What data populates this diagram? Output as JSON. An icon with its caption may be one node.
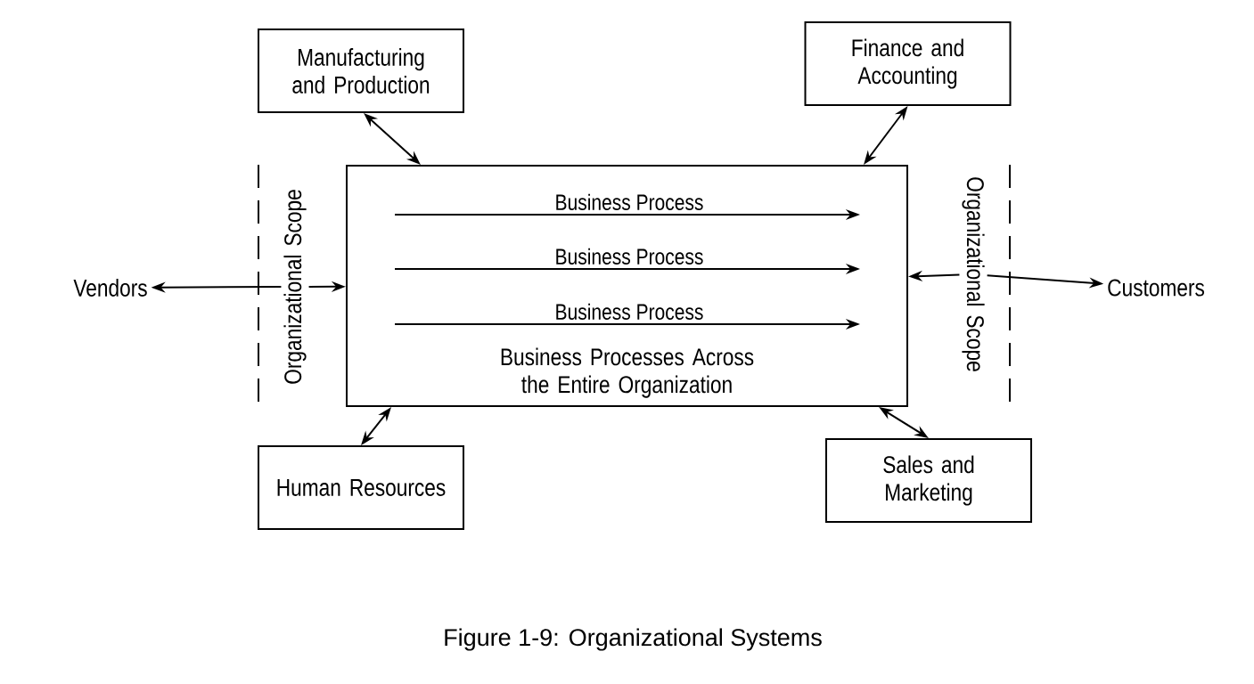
{
  "diagram": {
    "caption": "Figure 1-9: Organizational Systems",
    "nodes": [
      {
        "text": [
          "Manufacturing and Production"
        ]
      },
      {
        "text": [
          "Finance and Accounting"
        ]
      },
      {
        "text": [
          "Vendors"
        ]
      },
      {
        "text": [
          "Business Processes Across the Entire Organization"
        ]
      },
      {
        "text": [
          "Organizational Scope"
        ]
      },
      {
        "text": [
          "Organizational Scope"
        ]
      },
      {
        "text": [
          "Customers"
        ]
      },
      {
        "text": [
          "Human Resources"
        ]
      },
      {
        "text": [
          "Sales and Marketing"
        ]
      }
    ],
    "edges": [
      {
        "from": 0,
        "to": 3,
        "arrow": "both"
      },
      {
        "from": 1,
        "to": 3,
        "arrow": "both"
      },
      {
        "from": 4,
        "to": 2,
        "arrow": "to"
      },
      {
        "from": 4,
        "to": 3,
        "arrow": "to"
      },
      {
        "from": 5,
        "to": 3,
        "arrow": "to"
      },
      {
        "from": 5,
        "to": 6,
        "arrow": "to"
      },
      {
        "from": 7,
        "to": 3,
        "arrow": "both"
      },
      {
        "from": 8,
        "to": 3,
        "arrow": "both"
      }
    ],
    "labels": [
      "Business Process",
      "Business Process",
      "Business Process"
    ]
  }
}
